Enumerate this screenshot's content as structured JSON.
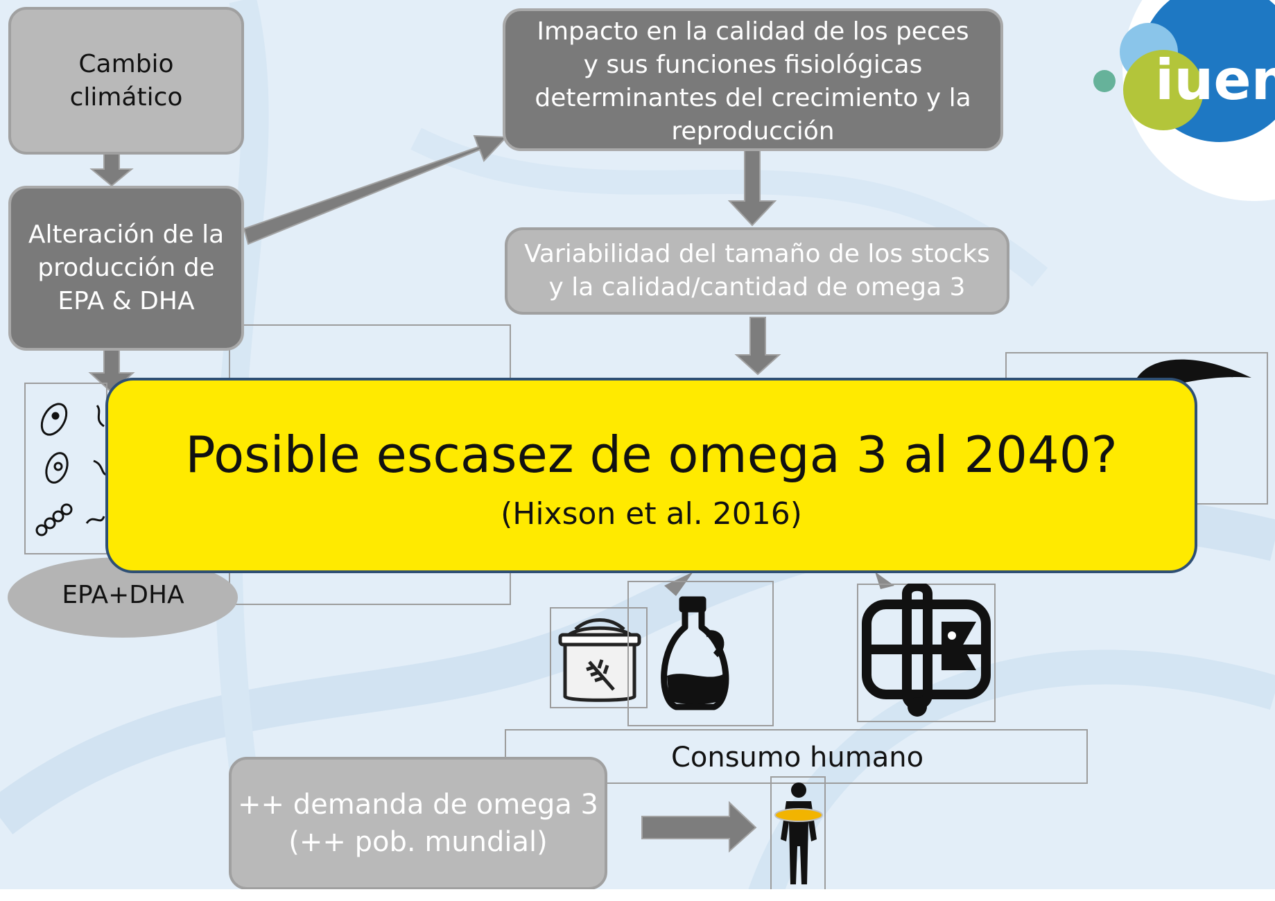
{
  "boxes": {
    "cambio": "Cambio climático",
    "alteracion": "Alteración de la producción de EPA & DHA",
    "impacto": "Impacto en la calidad de los peces y sus funciones fisiológicas determinantes del crecimiento y la reproducción",
    "variabilidad": "Variabilidad del tamaño de los stocks y la calidad/cantidad de omega 3",
    "demanda_line1": "++ demanda de omega 3",
    "demanda_line2": "(++ pob. mundial)"
  },
  "labels": {
    "epa_dha": "EPA+DHA",
    "consumo": "Consumo humano"
  },
  "banner": {
    "title": "Posible escasez de omega 3 al 2040?",
    "subtitle": "(Hixson et al. 2016)"
  },
  "logo": {
    "text": "iuem"
  },
  "colors": {
    "banner": "#ffea00",
    "dark_box": "#7a7a7a",
    "light_box": "#b9b9b9"
  },
  "icons": [
    "microorganisms-icon",
    "fish-silhouette-icon",
    "flour-sack-icon",
    "oil-bottle-icon",
    "fish-can-icon",
    "human-body-icon"
  ]
}
